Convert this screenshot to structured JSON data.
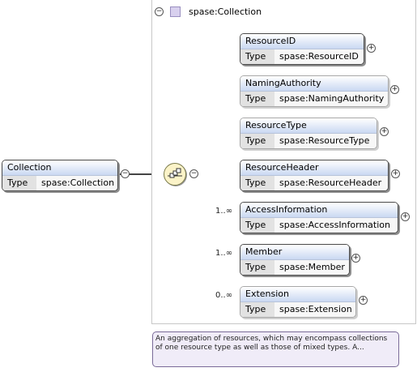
{
  "group": {
    "title": "spase:Collection",
    "collapse_symbol": "⊖"
  },
  "root": {
    "name": "Collection",
    "type_label": "Type",
    "type_value": "spase:Collection"
  },
  "compositor_icon": "sequence-icon",
  "children": [
    {
      "name": "ResourceID",
      "type_label": "Type",
      "type_value": "spase:ResourceID",
      "occurrence": "",
      "optional": false
    },
    {
      "name": "NamingAuthority",
      "type_label": "Type",
      "type_value": "spase:NamingAuthority",
      "occurrence": "",
      "optional": true
    },
    {
      "name": "ResourceType",
      "type_label": "Type",
      "type_value": "spase:ResourceType",
      "occurrence": "",
      "optional": true
    },
    {
      "name": "ResourceHeader",
      "type_label": "Type",
      "type_value": "spase:ResourceHeader",
      "occurrence": "",
      "optional": false
    },
    {
      "name": "AccessInformation",
      "type_label": "Type",
      "type_value": "spase:AccessInformation",
      "occurrence": "1..∞",
      "optional": false
    },
    {
      "name": "Member",
      "type_label": "Type",
      "type_value": "spase:Member",
      "occurrence": "1..∞",
      "optional": false
    },
    {
      "name": "Extension",
      "type_label": "Type",
      "type_value": "spase:Extension",
      "occurrence": "0..∞",
      "optional": true
    }
  ],
  "tooltip": {
    "text": "An aggregation of resources, which may encompass collections of one resource type as well as those of mixed types. A..."
  },
  "colors": {
    "header_gradient_top": "#ffffff",
    "header_gradient_bottom": "#c9d8f2",
    "tooltip_bg": "#f0ecf8",
    "compositor_bg": "#fbf3c8"
  }
}
